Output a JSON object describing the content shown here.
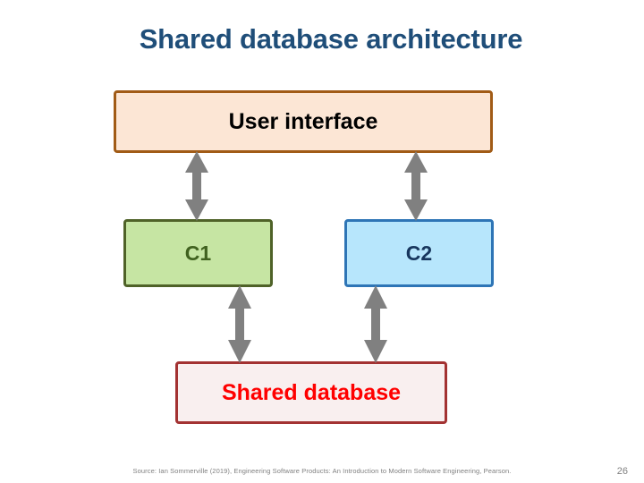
{
  "slide": {
    "title": "Shared database architecture",
    "page_number": "26",
    "source_note": "Source: Ian Sommerville (2019), Engineering Software Products: An Introduction to Modern Software Engineering, Pearson."
  },
  "diagram": {
    "nodes": [
      {
        "id": "user-interface",
        "label": "User interface",
        "fill": "#FCE6D5",
        "border": "#A15B16",
        "text_color": "#000000"
      },
      {
        "id": "c1",
        "label": "C1",
        "fill": "#C6E5A3",
        "border": "#4F6228",
        "text_color": "#40611F"
      },
      {
        "id": "c2",
        "label": "C2",
        "fill": "#B7E6FC",
        "border": "#2E75B6",
        "text_color": "#17365D"
      },
      {
        "id": "shared-database",
        "label": "Shared database",
        "fill": "#F9EFEF",
        "border": "#A33232",
        "text_color": "#FF0000"
      }
    ],
    "connectors": [
      {
        "id": "ui-c1",
        "from": "user-interface",
        "to": "c1",
        "style": "double-headed",
        "color": "#808080"
      },
      {
        "id": "ui-c2",
        "from": "user-interface",
        "to": "c2",
        "style": "double-headed",
        "color": "#808080"
      },
      {
        "id": "c1-db",
        "from": "c1",
        "to": "shared-database",
        "style": "double-headed",
        "color": "#808080"
      },
      {
        "id": "c2-db",
        "from": "c2",
        "to": "shared-database",
        "style": "double-headed",
        "color": "#808080"
      }
    ],
    "title_color": "#1F4E79"
  }
}
